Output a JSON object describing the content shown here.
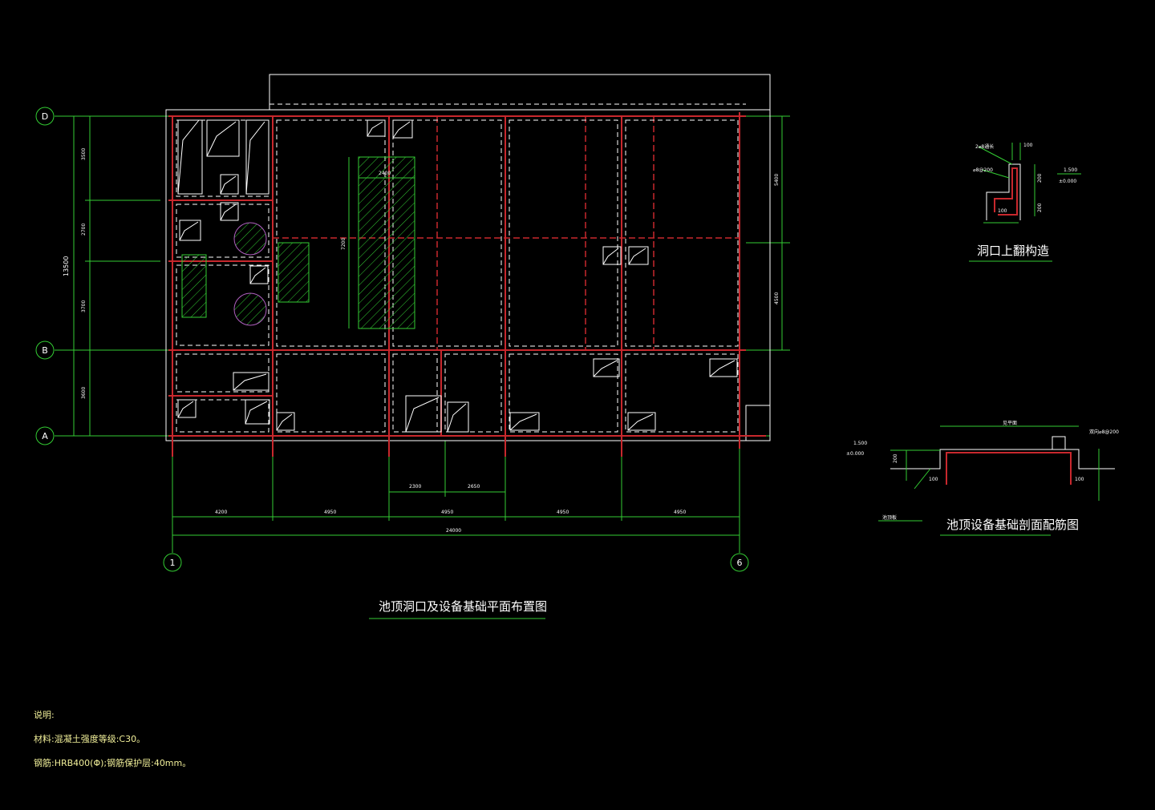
{
  "plan": {
    "title": "池顶洞口及设备基础平面布置图",
    "axes": {
      "d": "D",
      "b": "B",
      "a": "A",
      "one": "1",
      "six": "6"
    },
    "left_dims": {
      "total": "13500",
      "d1": "3500",
      "d2": "2700",
      "d3": "3700",
      "d4": "3600"
    },
    "right_dims": {
      "r1": "5400",
      "r2": "4500"
    },
    "bottom_dims": {
      "s1": "4200",
      "s2": "4950",
      "s3": "4950",
      "s4": "4950",
      "s5": "4950",
      "total": "24000",
      "sub1": "2300",
      "sub2": "2650"
    },
    "internal_dims": {
      "v": "7200",
      "h": "2400"
    }
  },
  "detail_top": {
    "title": "洞口上翻构造",
    "labels": {
      "bar1": "2⌀8通长",
      "bar2": "⌀8@200",
      "d100top": "100",
      "d200a": "200",
      "d200b": "200",
      "d100bot": "100",
      "elev1": "1.500",
      "elev2": "±0.000"
    }
  },
  "detail_bottom": {
    "title": "池顶设备基础剖面配筋图",
    "labels": {
      "top": "见平面",
      "rebar": "双向⌀8@200",
      "elev1": "1.500",
      "elev2": "±0.000",
      "d200": "200",
      "d100a": "100",
      "d100b": "100",
      "slab": "池顶板"
    }
  },
  "notes": {
    "heading": "说明:",
    "line1": "材料:混凝土强度等级:C30。",
    "line2": "钢筋:HRB400(Φ);钢筋保护层:40mm。"
  },
  "colors": {
    "background": "#000000",
    "green": "#33cc33",
    "red": "#c8282d",
    "white": "#ffffff",
    "notes": "#f2f09a"
  }
}
